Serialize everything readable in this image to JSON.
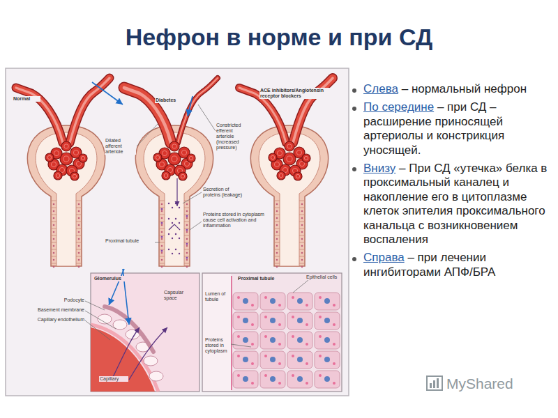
{
  "diagram": {
    "title": "Нефрон в норме и при СД",
    "labels": [
      "Слева",
      "– нормальный нефрон",
      "По середине",
      "– при СД – расширение приносящей артериолы и констрикция уносящей.",
      "Внизу",
      "– При СД «утечка» белка в проксимальный каналец и накопление его в цитоплазме клеток эпителия проксимального канальца с возникновением воспаления",
      "Справа",
      "– при лечении ингибиторами АПФ/БРА",
      "Normal",
      "Diabetes",
      "ACE inhibitors/Angiotensin receptor blockers",
      "Dilated afferent arteriole",
      "Constricted efferent arteriole (increased pressure)",
      "Secretion of proteins (leakage)",
      "Proteins stored in cytoplasm cause cell activation and inflammation",
      "Proximal tubule",
      "Glomerulus",
      "Proximal tubule",
      "Podocyte",
      "Basement membrane",
      "Capillary endothelium",
      "Capsular space",
      "Capillary",
      "Lumen of tubule",
      "Epithelial cells",
      "Proteins stored in cytoplasm",
      "MyShared"
    ]
  }
}
